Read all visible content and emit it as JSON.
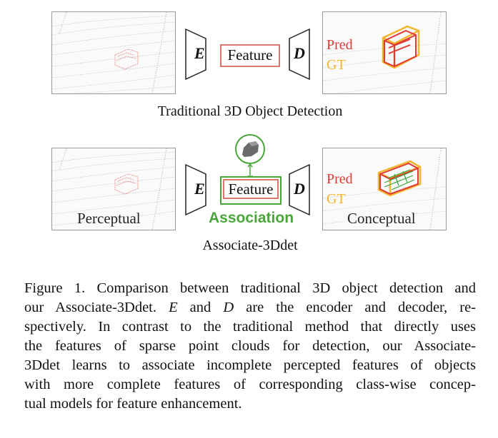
{
  "top_row": {
    "encoder": "E",
    "feature": "Feature",
    "decoder": "D",
    "pred": "Pred",
    "gt": "GT",
    "title": "Traditional 3D Object Detection"
  },
  "bottom_row": {
    "encoder": "E",
    "feature": "Feature",
    "decoder": "D",
    "pred": "Pred",
    "gt": "GT",
    "association": "Association",
    "perceptual": "Perceptual",
    "conceptual": "Conceptual",
    "title": "Associate-3Ddet"
  },
  "caption": {
    "lines": [
      "Figure 1. Comparison between traditional 3D object detection and",
      "our Associate-3Ddet.  E and D are the encoder and decoder, re-",
      "spectively.  In contrast to the traditional method that directly uses",
      "the features of sparse point clouds for detection, our Associate-",
      "3Ddet learns to associate incomplete percepted features of objects",
      "with more complete features of corresponding class-wise concep-",
      "tual models for feature enhancement."
    ]
  },
  "colors": {
    "pred_red": "#e03a34",
    "gt_yellow": "#f3b52b",
    "association_green": "#4aa63a",
    "feature_border": "#d9776e"
  },
  "icons": [
    "lidar-scene-image",
    "car-model-icon",
    "encoder-trapezoid",
    "decoder-trapezoid"
  ]
}
